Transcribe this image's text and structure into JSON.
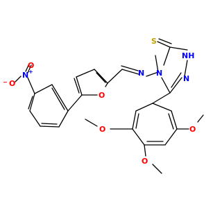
{
  "atoms": {
    "o_nitro_1": "O",
    "n_nitro": "N",
    "n_nitro_charge": "+",
    "o_nitro_2": "O",
    "o_nitro_2_charge": "−",
    "o_furan": "O",
    "n_imine": "N",
    "n_triazole_4": "N",
    "s_thione": "S",
    "nh_triazole": "NH",
    "n_triazole_2": "N",
    "o_methoxy_left": "O",
    "o_methoxy_right": "O",
    "o_methoxy_bottom": "O"
  },
  "colors": {
    "carbon_bond": "#000000",
    "oxygen": "#ff0000",
    "nitrogen": "#0000ff",
    "sulfur": "#c6a000"
  }
}
